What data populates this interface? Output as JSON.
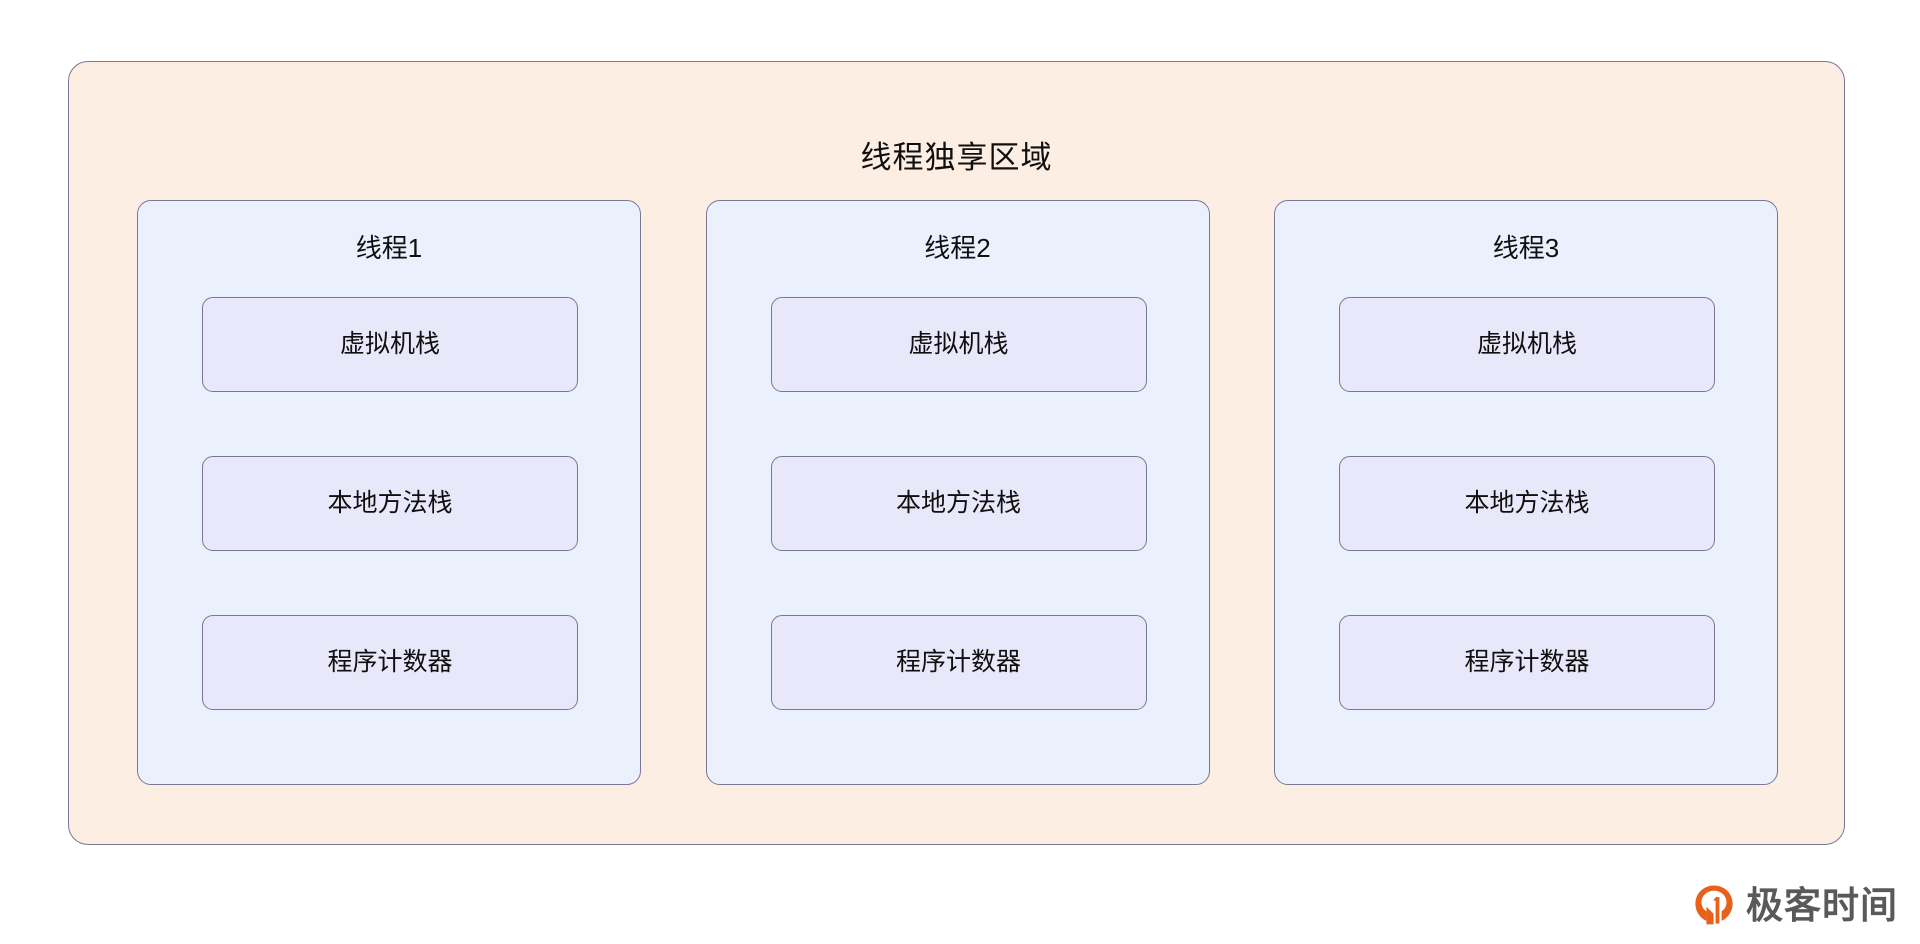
{
  "diagram": {
    "region": {
      "title": "线程独享区域",
      "fill_color": "#FDEEE3",
      "border_color": "#7A7792"
    },
    "threads": [
      {
        "label": "线程1",
        "fill_color": "#EAF1FD",
        "boxes": [
          {
            "label": "虚拟机栈"
          },
          {
            "label": "本地方法栈"
          },
          {
            "label": "程序计数器"
          }
        ]
      },
      {
        "label": "线程2",
        "fill_color": "#EAF1FD",
        "boxes": [
          {
            "label": "虚拟机栈"
          },
          {
            "label": "本地方法栈"
          },
          {
            "label": "程序计数器"
          }
        ]
      },
      {
        "label": "线程3",
        "fill_color": "#EAF1FD",
        "boxes": [
          {
            "label": "虚拟机栈"
          },
          {
            "label": "本地方法栈"
          },
          {
            "label": "程序计数器"
          }
        ]
      }
    ],
    "memory_box_fill_color": "#E8E8FA"
  },
  "branding": {
    "name": "极客时间",
    "icon": "geektime-logo-icon",
    "icon_color": "#E8611B",
    "text_color": "#595959"
  }
}
